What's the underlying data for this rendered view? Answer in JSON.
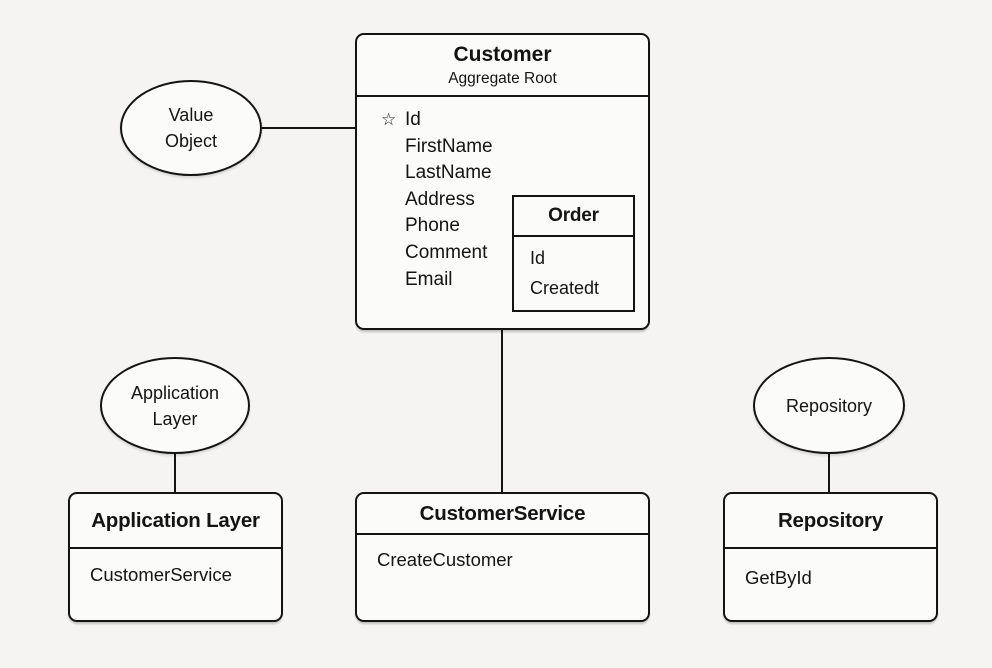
{
  "canvas": {
    "background_color": "#f5f4f2",
    "shape_fill_color": "#fbfbfa",
    "stroke_color": "#141414"
  },
  "nodes": {
    "value_object_ellipse": {
      "line1": "Value",
      "line2": "Object"
    },
    "application_layer_ellipse": {
      "line1": "Application",
      "line2": "Layer"
    },
    "repository_ellipse": {
      "line1": "Repository"
    },
    "customer": {
      "title": "Customer",
      "subtitle": "Aggregate Root",
      "key_marker": "☆",
      "fields": [
        "Id",
        "FirstName",
        "LastName",
        "Address",
        "Phone",
        "Comment",
        "Email"
      ]
    },
    "order": {
      "title": "Order",
      "fields": [
        "Id",
        "Createdt"
      ]
    },
    "application_layer_box": {
      "title": "Application Layer",
      "method": "CustomerService"
    },
    "customer_service_box": {
      "title": "CustomerService",
      "method": "CreateCustomer"
    },
    "repository_box": {
      "title": "Repository",
      "method": "GetById"
    }
  }
}
